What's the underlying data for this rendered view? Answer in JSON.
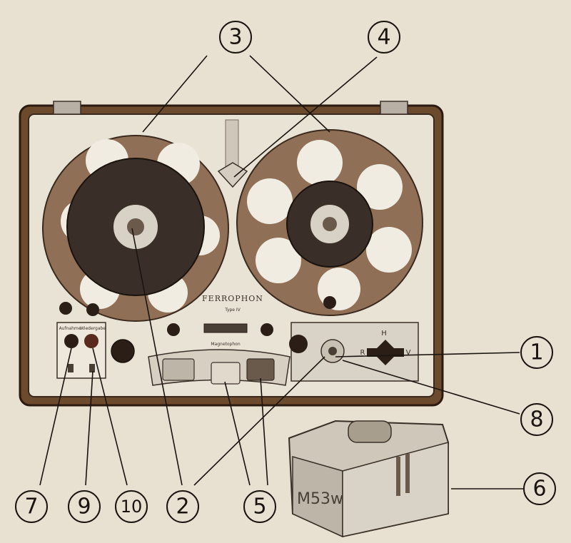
{
  "device": {
    "brand": "FERROPHON",
    "type_label": "Type IV",
    "left_panel_label_a": "Aufnahme",
    "left_panel_label_b": "Wiedergabe",
    "center_small_text": "Magnetophon",
    "direction_letters": {
      "h": "H",
      "r": "R",
      "v": "V"
    },
    "head_marking": "M53w"
  },
  "callouts": [
    {
      "id": "1",
      "label": "①"
    },
    {
      "id": "2",
      "label": "②"
    },
    {
      "id": "3",
      "label": "③"
    },
    {
      "id": "4",
      "label": "④"
    },
    {
      "id": "5",
      "label": "⑤"
    },
    {
      "id": "6",
      "label": "⑥"
    },
    {
      "id": "7",
      "label": "⑦"
    },
    {
      "id": "8",
      "label": "⑧"
    },
    {
      "id": "9",
      "label": "⑨"
    },
    {
      "id": "10",
      "label": "⑩"
    }
  ]
}
